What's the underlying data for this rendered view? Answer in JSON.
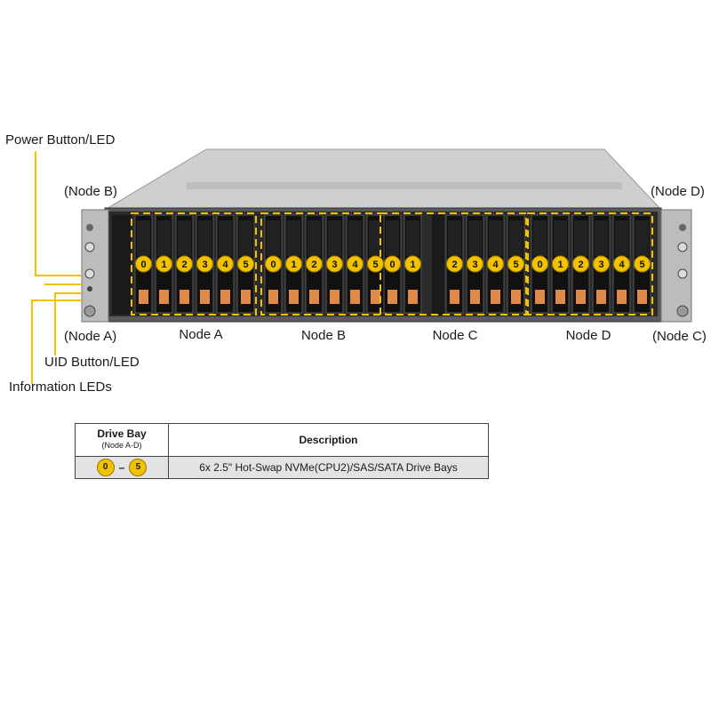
{
  "callouts": {
    "power": "Power Button/LED",
    "node_b_left": "(Node B)",
    "node_a_left": "(Node A)",
    "uid": "UID Button/LED",
    "info": "Information LEDs",
    "node_d_right": "(Node D)",
    "node_c_right": "(Node C)"
  },
  "nodes": [
    {
      "name": "Node A",
      "bays": [
        "0",
        "1",
        "2",
        "3",
        "4",
        "5"
      ]
    },
    {
      "name": "Node B",
      "bays": [
        "0",
        "1",
        "2",
        "3",
        "4",
        "5"
      ]
    },
    {
      "name": "Node C",
      "bays": [
        "0",
        "1",
        "2",
        "3",
        "4",
        "5"
      ]
    },
    {
      "name": "Node D",
      "bays": [
        "0",
        "1",
        "2",
        "3",
        "4",
        "5"
      ]
    }
  ],
  "bay_table": {
    "col1_header": "Drive Bay",
    "col1_sub": "(Node A-D)",
    "col2_header": "Description",
    "range_start": "0",
    "range_sep": "–",
    "range_end": "5",
    "description": "6x 2.5\" Hot-Swap NVMe(CPU2)/SAS/SATA Drive Bays"
  },
  "colors": {
    "accent": "#f2c200",
    "drive": "#111111",
    "led": "#e08a4a",
    "chassis": "#9a9a9a"
  }
}
